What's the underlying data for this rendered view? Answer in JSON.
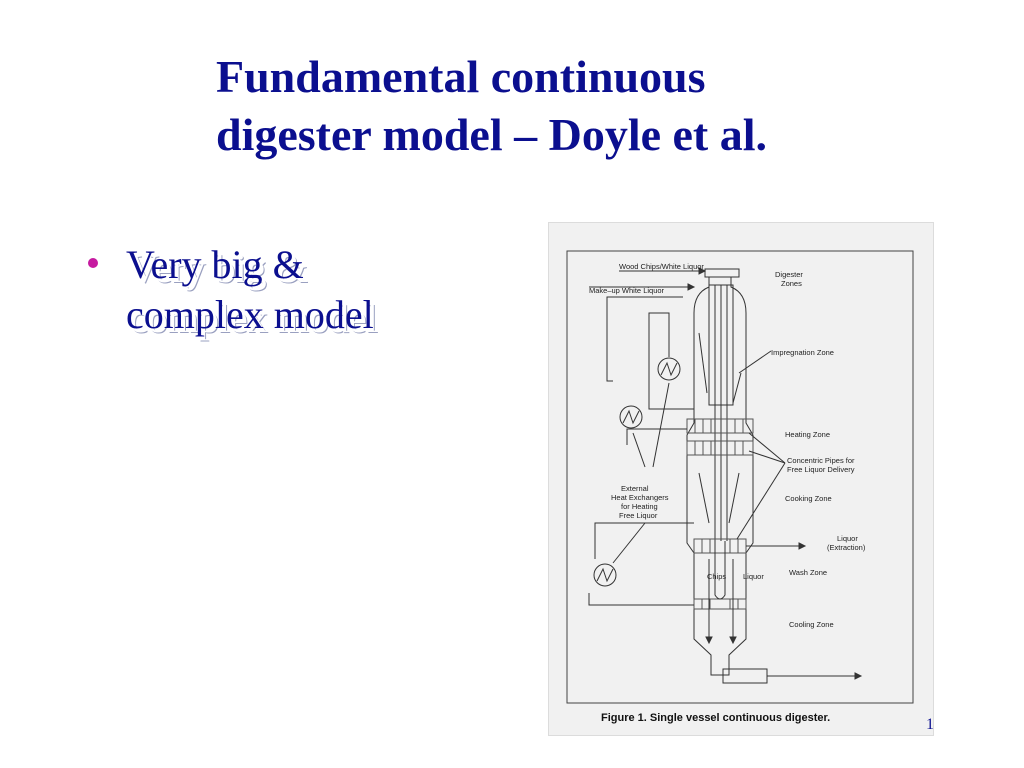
{
  "slide": {
    "title_lines": [
      "Fundamental continuous",
      "digester model – Doyle et al."
    ],
    "bullets": [
      {
        "lines": [
          "Very big &",
          "complex model"
        ]
      }
    ],
    "page_number": "1"
  },
  "figure": {
    "caption": "Figure 1.  Single vessel continuous digester.",
    "labels": {
      "wood_chips": "Wood Chips/White Liquor",
      "makeup": "Make–up White Liquor",
      "digester_zones_1": "Digester",
      "digester_zones_2": "Zones",
      "impregnation": "Impregnation Zone",
      "heating": "Heating Zone",
      "pipes_1": "Concentric Pipes for",
      "pipes_2": "Free Liquor Delivery",
      "cooking": "Cooking Zone",
      "hx_1": "External",
      "hx_2": "Heat Exchangers",
      "hx_3": "for Heating",
      "hx_4": "Free Liquor",
      "liquor_1": "Liquor",
      "liquor_2": "(Extraction)",
      "wash": "Wash Zone",
      "chips": "Chips",
      "liquor": "Liquor",
      "cooling": "Cooling Zone"
    }
  },
  "colors": {
    "title": "#0b0f8f",
    "bullet_dot": "#c61aa0"
  }
}
